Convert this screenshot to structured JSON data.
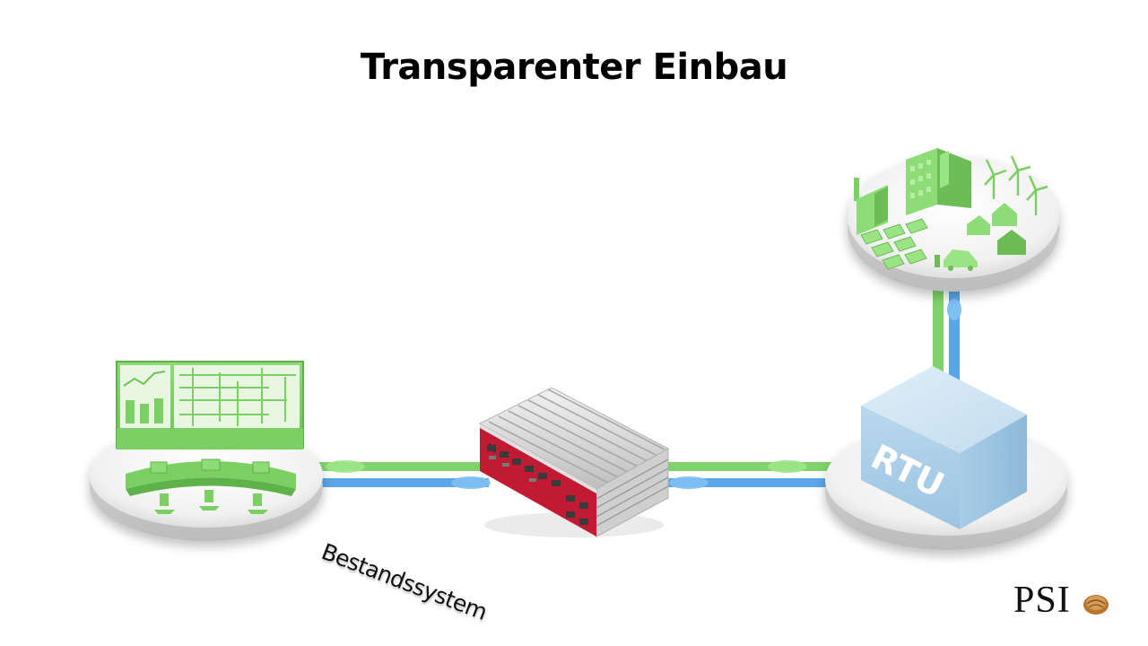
{
  "slide": {
    "title": "Transparenter Einbau",
    "legacy_label": "Bestandssystem",
    "rtu_label": "RTU",
    "logo_text": "PSI"
  },
  "colors": {
    "green_link": "#7ed36a",
    "blue_link": "#5aa6ea",
    "device_red": "#c01b32",
    "rtu_blue": "#b7d7ec",
    "icon_green": "#7ccf63"
  },
  "icons": {
    "control_room": "control-room-icon",
    "gateway": "gateway-device-icon",
    "grid_assets": "grid-assets-icon",
    "rtu": "rtu-box-icon",
    "logo_nut": "walnut-icon"
  }
}
